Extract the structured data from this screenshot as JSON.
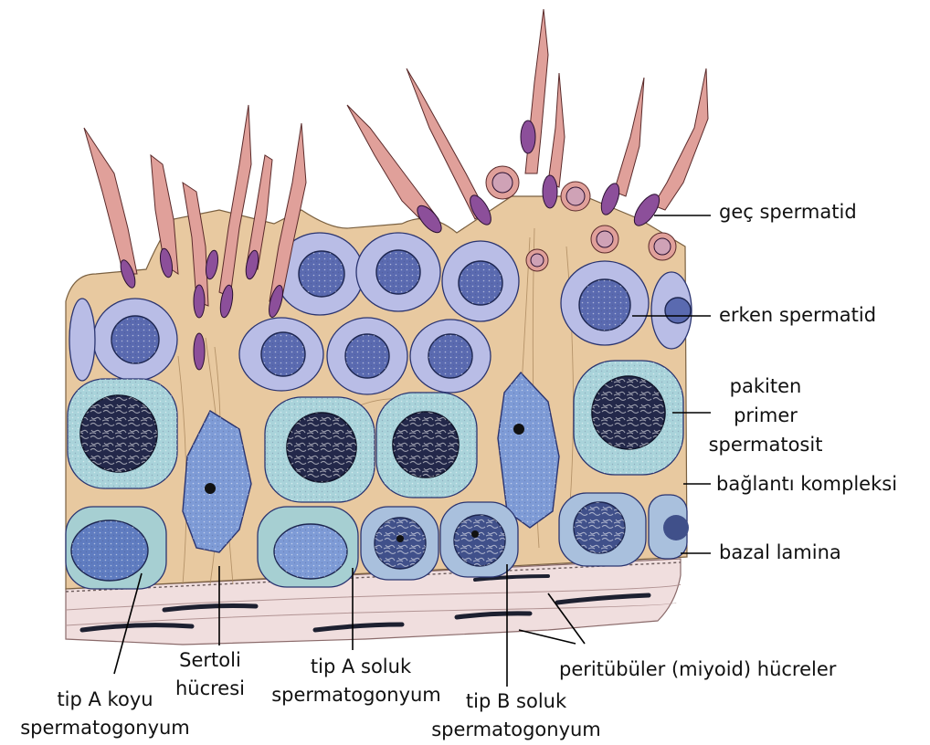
{
  "labels": {
    "late_spermatid": "geç spermatid",
    "early_spermatid": "erken spermatid",
    "pachytene_1": "pakiten",
    "pachytene_2": "primer",
    "pachytene_3": "spermatosit",
    "junction": "bağlantı kompleksi",
    "basal_lamina": "bazal lamina",
    "peritubular": "peritübüler (miyoid) hücreler",
    "type_a_dark_1": "tip A koyu",
    "type_a_dark_2": "spermatogonyum",
    "sertoli_1": "Sertoli",
    "sertoli_2": "hücresi",
    "type_a_pale_1": "tip A soluk",
    "type_a_pale_2": "spermatogonyum",
    "type_b_pale_1": "tip B soluk",
    "type_b_pale_2": "spermatogonyum"
  },
  "colors": {
    "sertoli_cytoplasm": "#e8c9a0",
    "spermatid_cell": "#b9bde6",
    "spermatid_nucleus": "#5a6ab0",
    "spermatocyte_cell": "#a9d3da",
    "spermatocyte_nucleus": "#23284a",
    "spermatogonium_cell": "#a6cfd2",
    "spermatogonium_nucleus": "#5f7cc0",
    "sertoli_nucleus": "#7e9bd6",
    "late_spermatid_body": "#e0a09a",
    "late_spermatid_head": "#8c4f9a",
    "basal_lamina": "#f0e1e0",
    "peritubular_nucleus": "#1d2030"
  }
}
